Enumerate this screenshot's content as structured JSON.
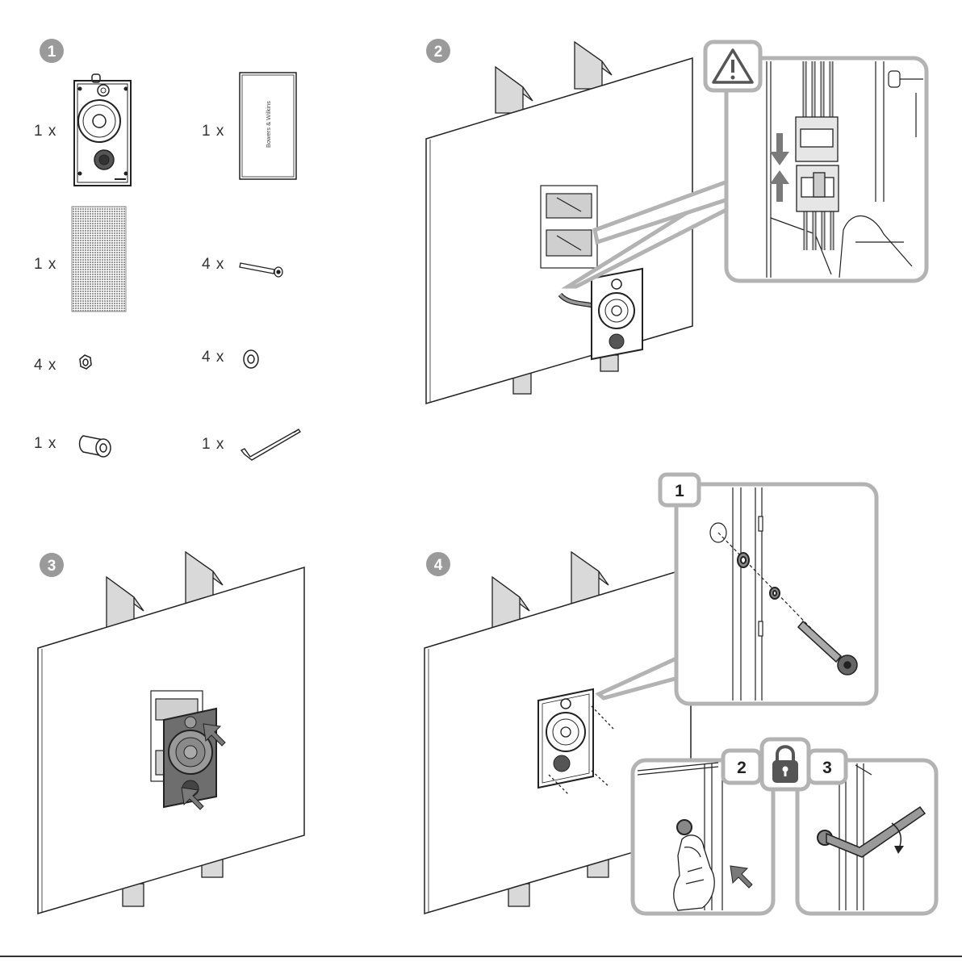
{
  "steps": {
    "s1": "1",
    "s2": "2",
    "s3": "3",
    "s4": "4"
  },
  "parts": {
    "speaker_qty": "1 x",
    "manual_qty": "1 x",
    "manual_brand": "Bowers & Wilkins",
    "grille_qty": "1 x",
    "bolt_qty": "4 x",
    "nut_qty": "4 x",
    "washer_qty": "4 x",
    "sleeve_qty": "1 x",
    "key_qty": "1 x"
  },
  "detail_labels": {
    "d1": "1",
    "d2": "2",
    "d3": "3"
  },
  "icons": {
    "warning": "warning-triangle-icon",
    "lock": "padlock-icon",
    "arrows": "arrow-icon"
  },
  "colors": {
    "step_badge": "#9a9a9a",
    "callout_border": "#b3b3b3",
    "line": "#222222",
    "panel_fill": "#ffffff",
    "stud_fill": "#d9d9d9",
    "arrow_fill": "#7a7a7a",
    "speaker_dark": "#6e6e6e"
  }
}
